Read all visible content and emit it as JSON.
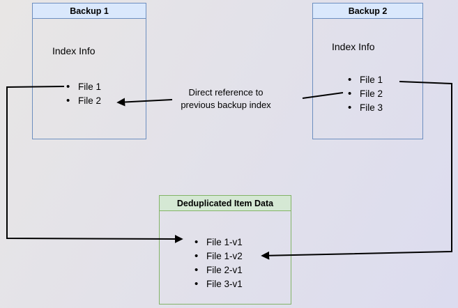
{
  "colors": {
    "bg_tl": "#e8e6e5",
    "bg_br": "#dcdcef",
    "blue_fill": "#dae8fc",
    "blue_border": "#6c8ebf",
    "green_fill": "#d5e8d4",
    "green_border": "#82b366",
    "line": "#000000",
    "text": "#000000"
  },
  "backup1": {
    "title": "Backup 1",
    "subtitle": "Index Info",
    "files": [
      "File 1",
      "File 2"
    ]
  },
  "backup2": {
    "title": "Backup 2",
    "subtitle": "Index Info",
    "files": [
      "File 1",
      "File 2",
      "File 3"
    ]
  },
  "dedup": {
    "title": "Deduplicated Item Data",
    "files": [
      "File 1-v1",
      "File 1-v2",
      "File 2-v1",
      "File 3-v1"
    ]
  },
  "annotation": {
    "line1": "Direct reference to",
    "line2": "previous backup index"
  }
}
